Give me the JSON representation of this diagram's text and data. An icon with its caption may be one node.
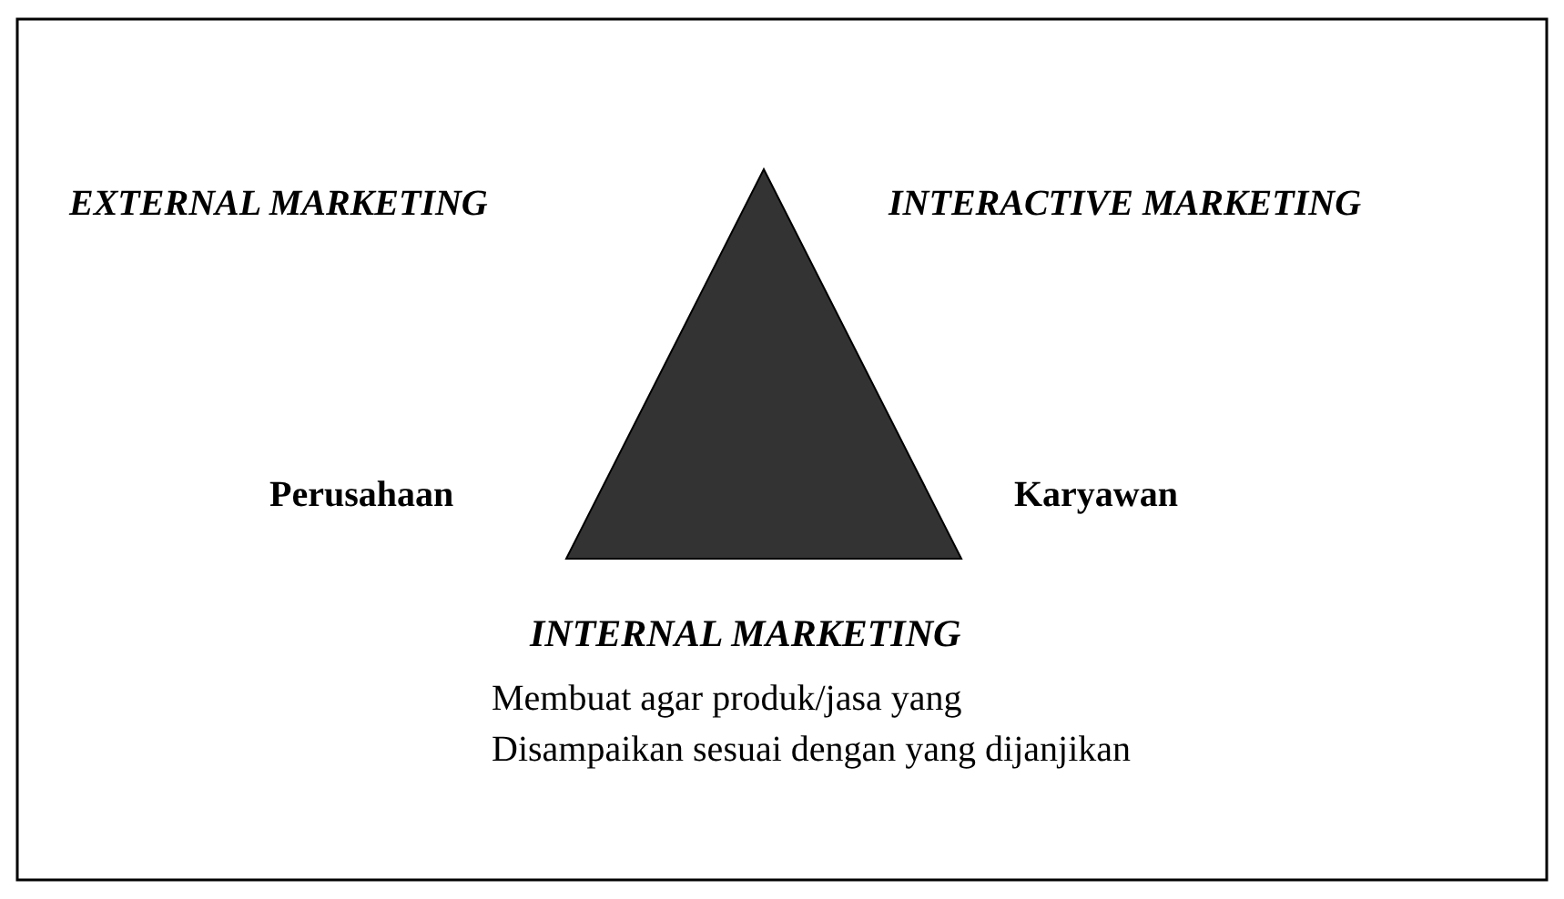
{
  "diagram": {
    "nodes": [
      {
        "text": [],
        "shape": "triangle"
      }
    ],
    "labels": [
      "EXTERNAL MARKETING",
      "INTERACTIVE MARKETING",
      "Perusahaan",
      "Karyawan",
      "INTERNAL MARKETING",
      "Membuat agar produk/jasa yang Disampaikan sesuai dengan yang dijanjikan"
    ]
  }
}
